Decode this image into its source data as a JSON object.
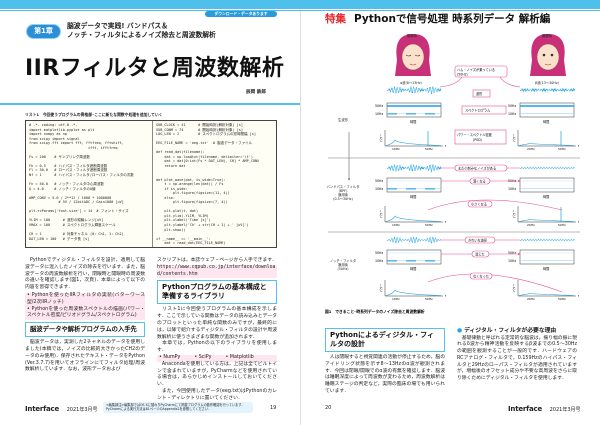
{
  "left_page": {
    "download_badge": "ダウンロード・データあります",
    "chapter_badge": "第1章",
    "subtitle_line1": "脳波データで実践! バンドパス＆",
    "subtitle_line2": "ノッチ・フィルタによるノイズ除去と周波数解析",
    "title": "IIRフィルタと周波数解析",
    "author": "辰岡 鉄郎",
    "listing_caption": "リスト1　今回使うプログラムの骨格部─ここに新たな関数や処理を追加していく",
    "listing_left": [
      "# -*- coding: utf-8 -*-",
      "import matplotlib.pyplot as plt",
      "import numpy as np",
      "from scipy import signal",
      "from scipy.fft import fft, fftfreq, fftshift,",
      "                            ifft, ifftfreq",
      "",
      "Fs = 200    # サンプリング周波数",
      "",
      "Fh = 0.5    # ハイパス・フィルタ遮断周波数",
      "Fl = 30.0   # ローパス・フィルタ遮断周波数",
      "Nf = 1      # ハイパス・フィルタ/ローパス・フィルタの次数",
      "",
      "Fn = 50.0   # ノッチ・フィルタ中心周波数",
      "Q = 4.0     # ノッチ・フィルタのQ値",
      "",
      "AMP_CONV = 5.0 / 2**12 / 1000 * 1000000",
      "              # 5V / 12bitADC / Gain1000 [uV]",
      "",
      "plt.rcParams['font.size'] = 14  # フォント・サイズ",
      "",
      "YLIM = 100      # 波形の縦軸レンジ[uV]",
      "VMAX = 100      # スペクトログラム輝度スケール",
      "",
      "CH = 1          # 対象チャネル (0: Ch1, 1: Ch2)",
      "DAT_LEN = 100   # データ長 [s]"
    ],
    "listing_right": [
      "SUB_CLOCK = 41      # 開始時刻(解析対象) [s]",
      "SUB_CONM = 74       # 開始時刻(解析対象) [s]",
      "LOG_LEN = 2         # スペクトログラムの窓時間幅 [s]",
      "",
      "EEG_FILE_NAME = 'eeg.txt'  # 脳波データ・ファイル",
      "",
      "def read_dat(filename):",
      "    dat = np.loadtxt(filename, delimiter='\\t')",
      "    dat = dat[0:int(Fs * DAT_LEN), CH] * AMP_CONV",
      "    return dat",
      "",
      "",
      "def plot_wave(dat, is_wide=True):",
      "    t = np.arange(len(dat)) / Fs",
      "    if is_wide:",
      "        plt.figure(figsize=(11, 4))",
      "    else:",
      "        plt.figure(figsize=(7, 4))",
      "",
      "    plt.plot(t, dat)",
      "    plt.ylim(-YLIM, YLIM)",
      "    plt.xlabel('Time [s]')",
      "    plt.ylabel('Ch' + str(CH + 1) + ' [uV]')",
      "    plt.show()",
      "",
      "if __name__ == '__main__':",
      "    dat = read_dat(EEG_FILE_NAME)"
    ],
    "intro": "　Pythonでディジタル・フィルタを設計，適用して脳波データに混入したノイズの除去を行います．また，脳波データの周波数解析を行い，閉眼時と開眼時の周波数の違いを確認します(図1，次頁)．本章によって以下の内容を習得できます．",
    "bullets": [
      "• Pythonを使ったIIRフィルタの実装(バターワース型/2次IIRノッチ)",
      "• Pythonを使った周波数スペクトルの描画(パワー・スペクトル密度/ピリオドグラム/スペクトログラム)"
    ],
    "heading_source": "脳波データや解析プログラムの入手先",
    "source_text": "　脳波データは，実測した2チャネルのデータを使用しました(本稿では，ノイズの比較的大きかったCH2のデータのみ使用)．保存されたテキスト・データをPython (Ver.3.7.7)を用いてオフラインにてフィルタ処理/周波数解析しています．なお，波形データおよび",
    "script_text": "スクリプトは，本誌ウェブ・ページから入手できます．",
    "url": "https://www.cqpub.co.jp/interface/download/contents.htm",
    "heading_structure": "Pythonプログラムの基本構成と準備するライブラリ",
    "structure_text": "　リスト1に今回使うプログラムの基本構成を示します．ここで示している関数はデータの読み込みとデータのプロットといった単純な関数のみですが，最終的には，以降で紹介するディジタル・フィルタの設計や周波数解析に使うさまざまな関数が追加されます．",
    "libs_intro": "　本章では，Pythonの以下のライブラリを使用します．",
    "libs": [
      "• NumPy",
      "• SciPy",
      "• Matplotlib"
    ],
    "anaconda_text": "　Anacondaを使用している方は，上記は全てビルトインで含まれていますが，PyCharmなどを使用されている場合は，あらかじめインストールしておいてください．",
    "data_text": "　また，今回使用したデータ(eeg.txt)はPythonのカレント・ディレクトリに置いてください．",
    "footer_logo": "Interface",
    "footer_issue": "2021年3月号",
    "footer_note": "<編集部注>編集部ではOS Xに替わりPyCharmにて掲載プログラムの動作確認を行っています．PyCharmによる実行方法は81ページのAppendix2を参照してください．",
    "page_number": "19"
  },
  "right_page": {
    "header_tag": "特集",
    "header_title": "Pythonで信号処理 時系列データ 解析編",
    "figure": {
      "eyes_closed": "閉眼時",
      "eyes_open": "開眼時",
      "alpha": "α波(8～13Hz)",
      "beta": "β波(13～30Hz)",
      "hum_note": "ハム・ノイズが乗っている",
      "hum_freq": "(50Hz)",
      "waveform": "波形",
      "spectrogram": "スペクトログラム",
      "psd1": "パワー・スペクトル密度",
      "psd2": "(PSD)",
      "raw": "生波形",
      "bpf1": "バンドパス・フィルタ",
      "bpf2": "(BPF)",
      "bpf3": "適用後",
      "bpf4": "(0.5～30Hz)",
      "notch1": "ノッチ・フィルタ",
      "notch2": "適用後",
      "notch3": "(50Hz)",
      "still_noise": "まだ小刻みなノイズがある",
      "lighter": "薄くなる",
      "smaller": "小さくなる",
      "clean": "きれいな波形",
      "gone": "消えた",
      "vanished": "なくなった",
      "f50": "50Hz",
      "f10": "10Hz",
      "f20": "20Hz",
      "time": "時間",
      "power": "パワー",
      "f": "f"
    },
    "figure_caption": "図1　できること─時系列データのノイズ除去と周波数解析",
    "heading_design": "Pythonによるディジタル・フィルタの設計",
    "design_text": "　人は閉眼すると視覚関連の活動が停止するため，脳のアイドリング状態を示す8～13Hzのα波が観測されます．今回は閉眼/開眼でのα波の有無を確認します．脳波は睡眠深度によって周波数が変わるため，周波数解析は睡眠ステージの判定など，実際の臨床の場でも用いられています．",
    "heading_reason": "ディジタル・フィルタが必要な理由",
    "reason_text": "　基礎律動と呼ばれる定常的な脳波は，振り幅の振に現れるδ波から精神活動を反映するβ波までの0.5～30Hzの範囲を観測することが一般的です．ハードウェアのRCアナログ・フィルタで，0.159Hzのハイパス・フィルタと29Hzのローパス・フィルタが適用されていますが，増幅後のオフセット成分や不要な高周波をさらに取り除くためにディジタル・フィルタを使用します．",
    "page_number": "20",
    "footer_logo": "Interface",
    "footer_issue": "2021年3月号"
  },
  "colors": {
    "accent": "#4fc0ec",
    "badge": "#2a8fd6",
    "pink": "#e94d8f",
    "wave": "#1aa0e6",
    "header_red": "#e8262b"
  }
}
